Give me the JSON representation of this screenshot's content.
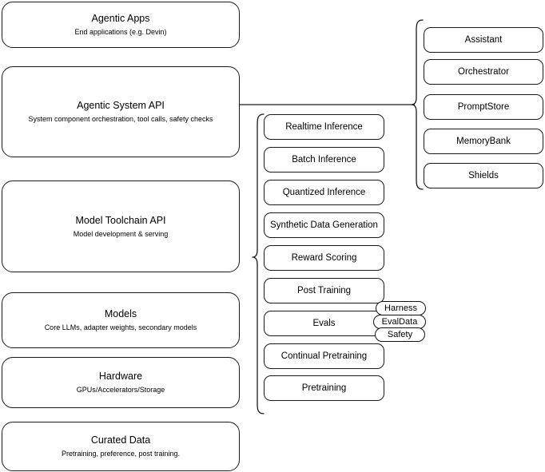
{
  "diagram": {
    "title": "Agentic AI stack layers",
    "stroke_color": "#1a1a1a",
    "background_color": "#ffffff"
  },
  "stack_layers": [
    {
      "name": "agentic-apps",
      "title": "Agentic Apps",
      "subtitle": "End applications (e.g. Devin)"
    },
    {
      "name": "agentic-system-api",
      "title": "Agentic System API",
      "subtitle": "System component orchestration, tool calls, safety checks"
    },
    {
      "name": "model-toolchain-api",
      "title": "Model Toolchain API",
      "subtitle": "Model development & serving"
    },
    {
      "name": "models",
      "title": "Models",
      "subtitle": "Core LLMs, adapter weights, secondary models"
    },
    {
      "name": "hardware",
      "title": "Hardware",
      "subtitle": "GPUs/Accelerators/Storage"
    },
    {
      "name": "curated-data",
      "title": "Curated Data",
      "subtitle": "Pretraining, preference, post training."
    }
  ],
  "toolchain_capabilities": [
    {
      "label": "Realtime Inference"
    },
    {
      "label": "Batch Inference"
    },
    {
      "label": "Quantized Inference"
    },
    {
      "label": "Synthetic Data Generation"
    },
    {
      "label": "Reward Scoring"
    },
    {
      "label": "Post Training"
    },
    {
      "label": "Evals"
    },
    {
      "label": "Continual Pretraining"
    },
    {
      "label": "Pretraining"
    }
  ],
  "evals_badges": [
    {
      "label": "Harness"
    },
    {
      "label": "EvalData"
    },
    {
      "label": "Safety"
    }
  ],
  "system_components": [
    {
      "label": "Assistant"
    },
    {
      "label": "Orchestrator"
    },
    {
      "label": "PromptStore"
    },
    {
      "label": "MemoryBank"
    },
    {
      "label": "Shields"
    }
  ]
}
